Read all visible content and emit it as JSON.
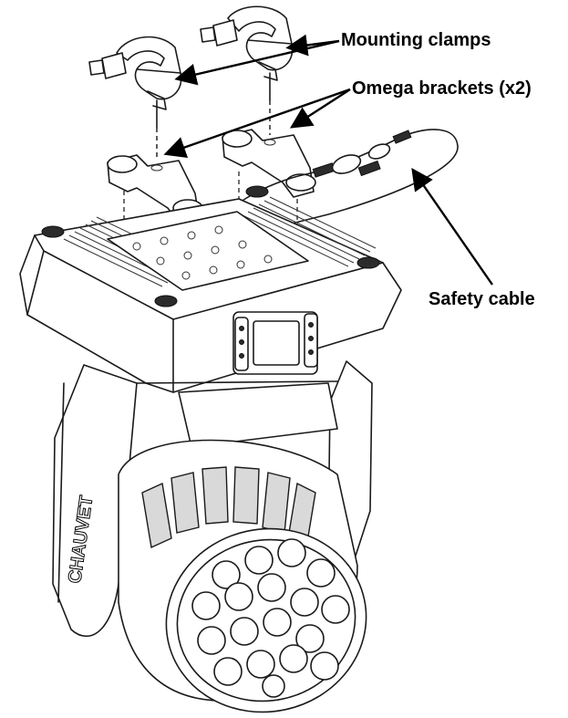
{
  "callouts": {
    "mounting_clamps": "Mounting clamps",
    "omega_brackets": "Omega brackets (x2)",
    "safety_cable": "Safety cable"
  },
  "fixture_logo": "CHAUVET",
  "colors": {
    "line": "#1a1a1a",
    "background": "#ffffff",
    "shade": "#d9d9d9"
  }
}
